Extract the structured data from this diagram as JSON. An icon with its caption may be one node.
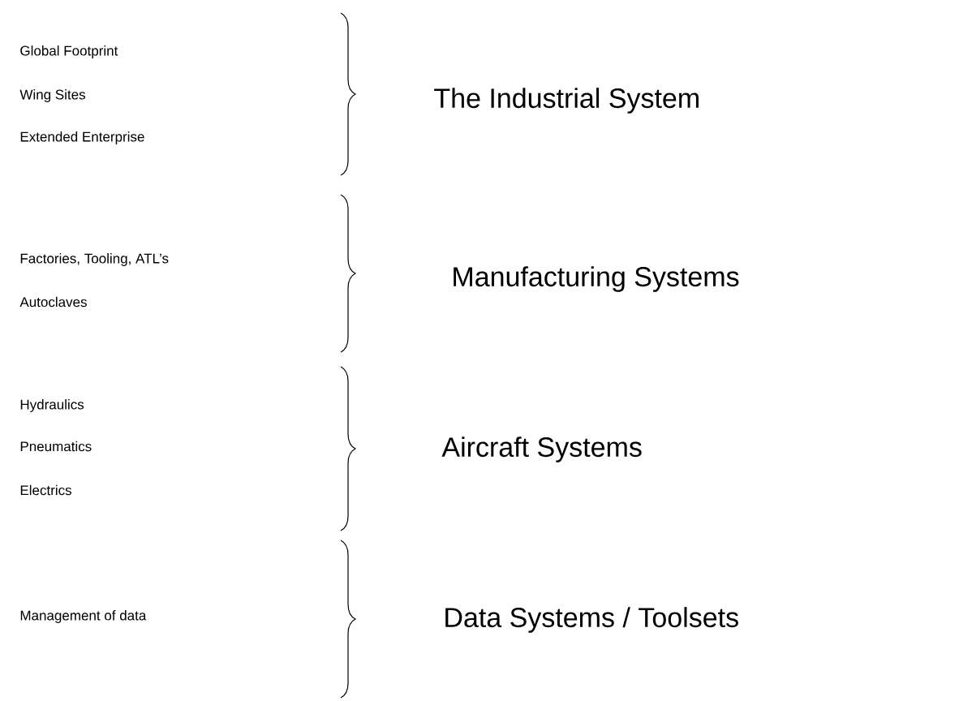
{
  "diagram": {
    "labels": [
      "Global Footprint",
      "Wing Sites",
      "Extended Enterprise",
      "The Industrial System",
      "Factories, Tooling, ATL’s",
      "Autoclaves",
      "Manufacturing Systems",
      "Hydraulics",
      "Pneumatics",
      "Electrics",
      "Aircraft Systems",
      "Management of data",
      "Data Systems / Toolsets"
    ]
  }
}
